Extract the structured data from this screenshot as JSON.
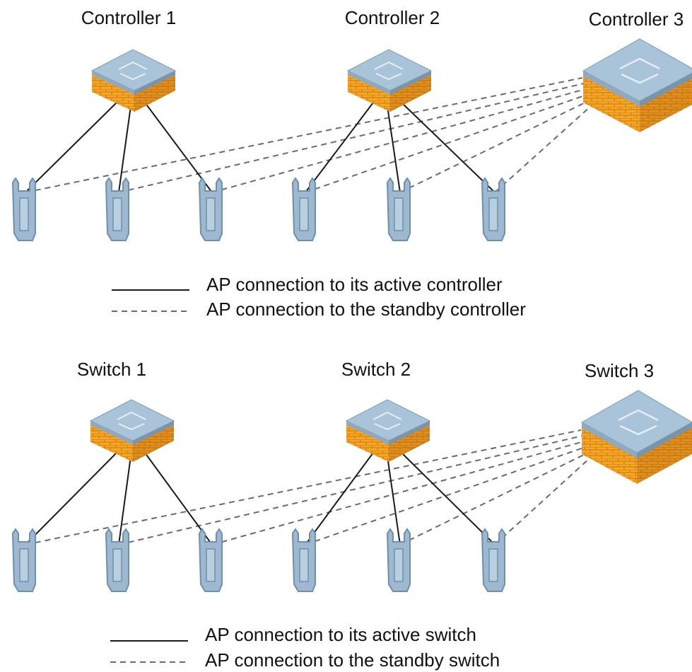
{
  "colors": {
    "device_top": "#9fb9cf",
    "device_top_light": "#c9d9e6",
    "device_band": "#f5a623",
    "device_band_dark": "#d9861a",
    "brick_line": "#c9781a",
    "ap_body": "#9db8cf",
    "ap_dark": "#6e8fad",
    "active_line": "#1a1a1a",
    "standby_line": "#6b6b6b"
  },
  "diagrams": [
    {
      "device_labels": [
        "Controller 1",
        "Controller 2",
        "Controller 3"
      ],
      "legend": {
        "active": "AP connection to its active controller",
        "standby": "AP connection to the standby controller"
      }
    },
    {
      "device_labels": [
        "Switch 1",
        "Switch 2",
        "Switch 3"
      ],
      "legend": {
        "active": "AP connection to its active switch",
        "standby": "AP connection to the standby switch"
      }
    }
  ],
  "icons": {
    "device": "controller-icon",
    "ap": "access-point-icon"
  }
}
